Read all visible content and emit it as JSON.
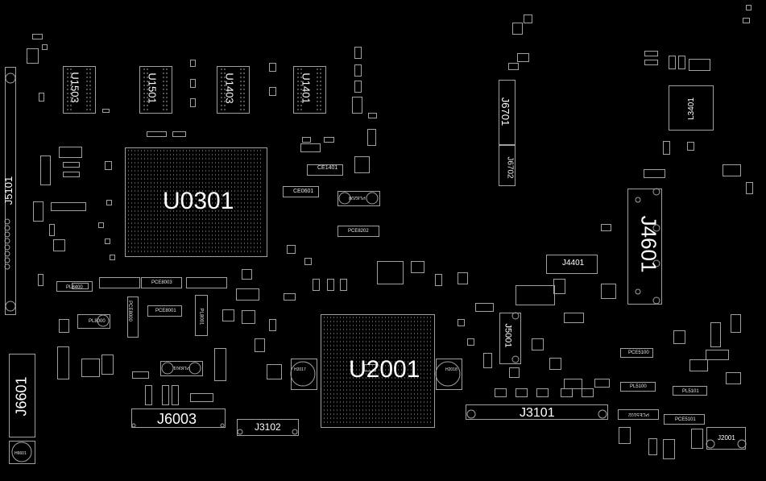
{
  "view": {
    "title": "PCB board view (top layer)",
    "background": "#000000",
    "outline_color": "#a0a0a0",
    "label_color": "#ffffff"
  },
  "components": {
    "major_ics": [
      {
        "ref": "U0301",
        "kind": "BGA processor"
      },
      {
        "ref": "U2001",
        "kind": "BGA chipset"
      }
    ],
    "memory": [
      {
        "ref": "U1503"
      },
      {
        "ref": "U1501"
      },
      {
        "ref": "U1403"
      },
      {
        "ref": "U1401"
      }
    ],
    "connectors": [
      {
        "ref": "J5101"
      },
      {
        "ref": "J6701"
      },
      {
        "ref": "J6702"
      },
      {
        "ref": "J4601"
      },
      {
        "ref": "J4401"
      },
      {
        "ref": "J5001"
      },
      {
        "ref": "J6601"
      },
      {
        "ref": "J6003"
      },
      {
        "ref": "J3102"
      },
      {
        "ref": "J3101"
      },
      {
        "ref": "J2001"
      }
    ],
    "inductors": [
      {
        "ref": "L3401"
      }
    ],
    "small_parts": [
      {
        "ref": "CE1401"
      },
      {
        "ref": "CE0601"
      },
      {
        "ref": "PL8200"
      },
      {
        "ref": "PCE8202"
      },
      {
        "ref": "PL8400"
      },
      {
        "ref": "PL8000"
      },
      {
        "ref": "PCE8000"
      },
      {
        "ref": "PCE8003"
      },
      {
        "ref": "PCE8001"
      },
      {
        "ref": "PL8001"
      },
      {
        "ref": "PL8301"
      },
      {
        "ref": "PCE5100"
      },
      {
        "ref": "PL5100"
      },
      {
        "ref": "PL5101"
      },
      {
        "ref": "PCE5101"
      },
      {
        "ref": "PCE5102"
      },
      {
        "ref": "H6601"
      },
      {
        "ref": "H2017"
      },
      {
        "ref": "H2018"
      }
    ]
  }
}
